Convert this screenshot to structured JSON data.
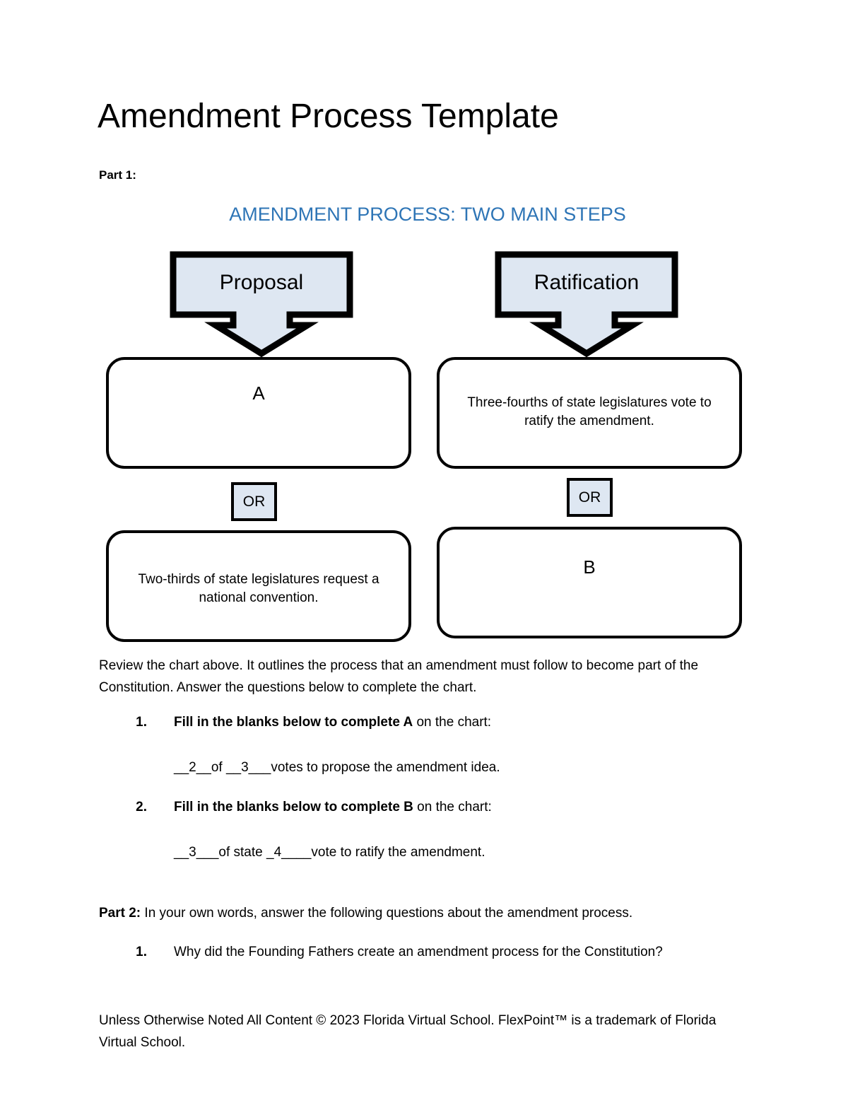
{
  "document": {
    "title": "Amendment Process Template",
    "part1_label": "Part 1:",
    "chart_heading": "AMENDMENT PROCESS: TWO MAIN STEPS"
  },
  "flowchart": {
    "left_column": {
      "header_label": "Proposal",
      "top_box": "A",
      "connector": "OR",
      "bottom_box": "Two-thirds of state legislatures request a national convention."
    },
    "right_column": {
      "header_label": "Ratification",
      "top_box": "Three-fourths of state legislatures vote to ratify the amendment.",
      "connector": "OR",
      "bottom_box": "B"
    },
    "colors": {
      "header_fill": "#dee7f2",
      "border": "#000000",
      "heading_text": "#2e75b6",
      "box_fill": "#ffffff"
    }
  },
  "instructions": {
    "paragraph": "Review the chart above. It outlines the process that an amendment must follow to become part of the Constitution.  Answer the questions below to complete the chart."
  },
  "part1_questions": [
    {
      "number": "1.",
      "prefix": "Fill in the blanks below to ",
      "bold": "complete A",
      "suffix": " on the chart:",
      "answer": "__2__of __3___votes to propose the amendment idea."
    },
    {
      "number": "2.",
      "prefix": "Fill in the blanks below to ",
      "bold": "complete B",
      "suffix": " on the chart:",
      "answer": "__3___of state _4____vote to ratify the amendment."
    }
  ],
  "part2": {
    "label": "Part 2:",
    "intro": " In your own words, answer the following questions about the amendment process.",
    "questions": [
      {
        "number": "1.",
        "text": "Why did the Founding Fathers create an amendment process for the Constitution?"
      }
    ]
  },
  "footer": {
    "text": "Unless Otherwise Noted All Content © 2023 Florida Virtual School. FlexPoint™ is a trademark of Florida Virtual School."
  }
}
